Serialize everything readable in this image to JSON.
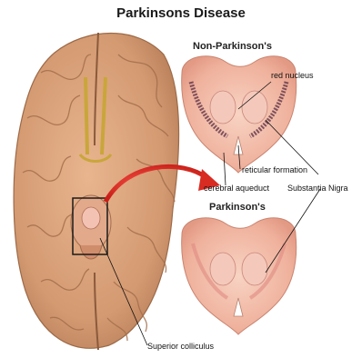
{
  "title": "Parkinsons Disease",
  "panels": {
    "top_heading": "Non-Parkinson's",
    "bottom_heading": "Parkinson's"
  },
  "labels": {
    "red_nucleus": "red nucleus",
    "reticular_formation": "reticular formation",
    "cerebral_aqueduct": "cerebral aqueduct",
    "substantia_nigra": "Substantia Nigra",
    "superior_colliculus": "Superior colliculus"
  },
  "colors": {
    "brain_tan": "#d9a37c",
    "brain_shadow": "#b9805a",
    "section_pink": "#f0b9a6",
    "substantia_nigra_dark": "#7a4a5a",
    "arrow_red": "#e3312b"
  }
}
